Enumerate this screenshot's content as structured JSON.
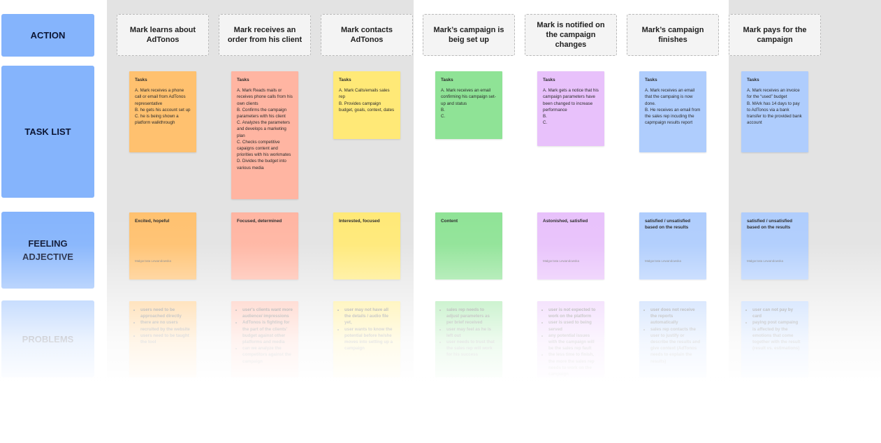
{
  "row_labels": {
    "action": "ACTION",
    "task_list": "TASK LIST",
    "feeling": "FEELING ADJECTIVE",
    "problems": "PROBLEMS"
  },
  "actions": [
    "Mark learns about AdTonos",
    "Mark receives an order from his client",
    "Mark contacts AdTonos",
    "Mark’s campaign is beig set up",
    "Mark is notified on the campaign changes",
    "Mark’s campaign finishes",
    "Mark pays for the campaign"
  ],
  "tasks": [
    {
      "head": "Tasks",
      "lines": [
        "A. Mark receives a phone call or email from AdTonos representative",
        "B. he gets his account set up",
        "C. he is being shown a platform walkthrough"
      ],
      "color": "#ffc16f"
    },
    {
      "head": "Tasks",
      "lines": [
        "A. Mark Reads mails or receives phone calls from his own clients",
        "B. Confirms the campaign parameters with his client",
        "C. Analyzes the parameters and develops a marketing plan",
        "C. Checks competitive capaigns content and priorities with his workmates",
        "D. Divides the budget into various media"
      ],
      "color": "#ffb5a2"
    },
    {
      "head": "Tasks",
      "lines": [
        "A. Mark Calls/emails sales rep",
        "B. Provides campaign budget, goals, context, dates"
      ],
      "color": "#ffe977"
    },
    {
      "head": "Tasks",
      "lines": [
        "A. Mark receives an email confirming his campaign set-up and status",
        "B.",
        "C."
      ],
      "color": "#8fe396"
    },
    {
      "head": "Tasks",
      "lines": [
        "A. Mark gets a notice that his campaign parameters have been changed to increase performance",
        "B.",
        "C."
      ],
      "color": "#e8c1fb"
    },
    {
      "head": "Tasks",
      "lines": [
        "A. Mark receives an email that the campaing is now done.",
        "B. He receives an email from the sales rep incuding the capmpaign results report"
      ],
      "color": "#afcdfd"
    },
    {
      "head": "Tasks",
      "lines": [
        "A. Mark receives an invoice for the “used” budget",
        "B. MArk has 14 days to pay to AdTonos via a bank transfer to the provided bank account"
      ],
      "color": "#afcdfd"
    }
  ],
  "feelings": [
    {
      "text": "Excited, hopeful",
      "author": "Małgorzata Lewandowska",
      "color": "#ffc16f"
    },
    {
      "text": "Focused, determined",
      "author": "",
      "color": "#ffb5a2"
    },
    {
      "text": "Interested, focused",
      "author": "",
      "color": "#ffe977"
    },
    {
      "text": "Content",
      "author": "",
      "color": "#8fe396"
    },
    {
      "text": "Astonished, satisfied",
      "author": "Małgorzata Lewandowska",
      "color": "#e8c1fb"
    },
    {
      "text": "satisfied / unsatisfied based on the results",
      "author": "Małgorzata Lewandowska",
      "color": "#afcdfd"
    },
    {
      "text": "satisfied / unsatisfied based on the results",
      "author": "Małgorzata Lewandowska",
      "color": "#afcdfd"
    }
  ],
  "problems": [
    {
      "items": [
        "users need to be approached directly",
        "there are no users recruited by the website",
        "users need to be taught the tool"
      ],
      "color": "#ffc16f"
    },
    {
      "items": [
        "user's clients want more audience/ impressions",
        "AdTonos is fighting for the part of the clients' budget against other platforms and media",
        "can we analyze the competitors against the campaign"
      ],
      "color": "#ffb5a2"
    },
    {
      "items": [
        "user may not have all the details / audio file yet,",
        "user wants to know the potential before he/she moves into setting up a campaign"
      ],
      "color": "#ffe977"
    },
    {
      "items": [
        "sales rep needs to adjust parameters as per brief received",
        "user may feel as he is left out",
        "user needs to trust that the sales rep will work for his success"
      ],
      "color": "#8fe396"
    },
    {
      "items": [
        "user is not expected to work on the platform",
        "user is used to being served",
        "any potential issues with the campaign will be the sales rep fault",
        "the less time to finish, the more the sales rep needs to work on the campaign"
      ],
      "color": "#e8c1fb"
    },
    {
      "items": [
        "user does not receive the reports automatically",
        "sales rep contacts the user to justify or describe the results and give context (AdTonos needs to explain the results)"
      ],
      "color": "#afcdfd"
    },
    {
      "items": [
        "user can not pay by card",
        "paying post campaing is affected by the emotions that come together with the result (result vs. estimations)"
      ],
      "color": "#afcdfd"
    }
  ]
}
